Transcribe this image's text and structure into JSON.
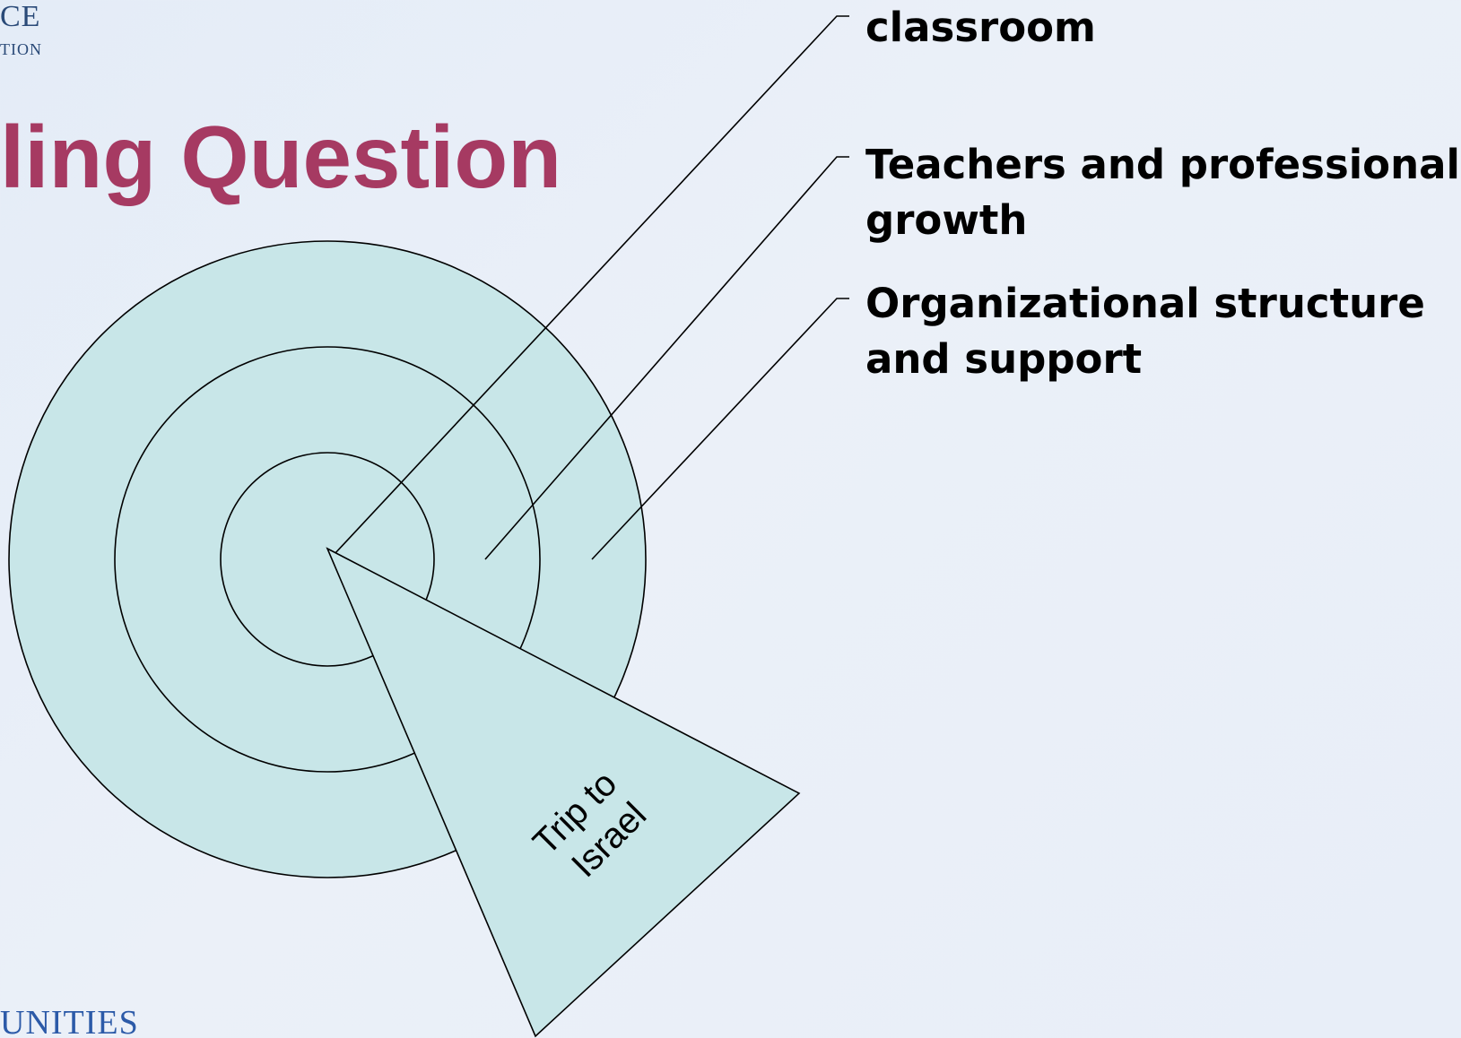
{
  "branding": {
    "top_line1": "CE",
    "top_line2": "TION",
    "bottom": "UNITIES"
  },
  "slide": {
    "title": "ling Question"
  },
  "diagram": {
    "rings": [
      {
        "level": "outer"
      },
      {
        "level": "middle"
      },
      {
        "level": "inner"
      }
    ],
    "wedge_label_line1": "Trip to",
    "wedge_label_line2": "Israel",
    "callouts": [
      {
        "lines": [
          "classroom"
        ]
      },
      {
        "lines": [
          "Teachers and professional",
          "growth"
        ]
      },
      {
        "lines": [
          "Organizational structure",
          "and support"
        ]
      }
    ]
  },
  "colors": {
    "ring_fill": "#c8e6e8",
    "stroke": "#000000",
    "title": "#a63a62",
    "brand": "#2c5aa8"
  }
}
